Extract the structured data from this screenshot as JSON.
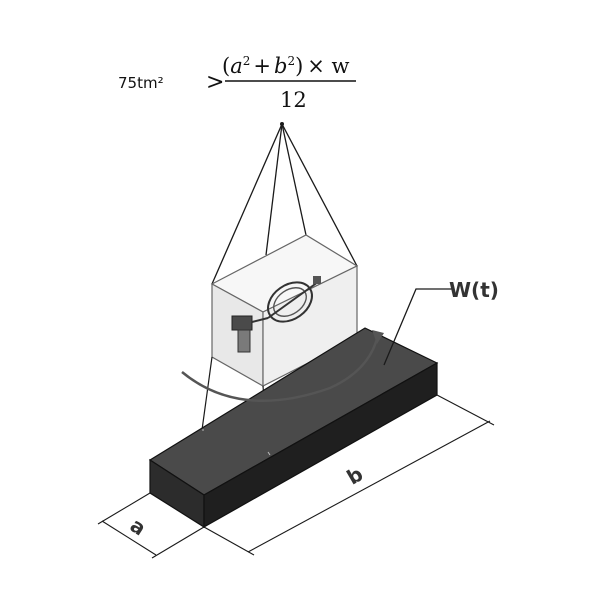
{
  "formula": {
    "lhs": "75tm²",
    "operator": ">",
    "numerator": {
      "a_term": "a",
      "a_exp": "2",
      "plus": "+",
      "b_term": "b",
      "b_exp": "2",
      "times_w": "× w"
    },
    "denominator": "12"
  },
  "labels": {
    "load": "W(t)",
    "dim_a": "a",
    "dim_b": "b"
  },
  "colors": {
    "beam_top": "#4a4a4a",
    "beam_front": "#2c2c2c",
    "beam_side": "#1e1e1e",
    "box_face": "#eeeeee",
    "line": "#1a1a1a"
  }
}
